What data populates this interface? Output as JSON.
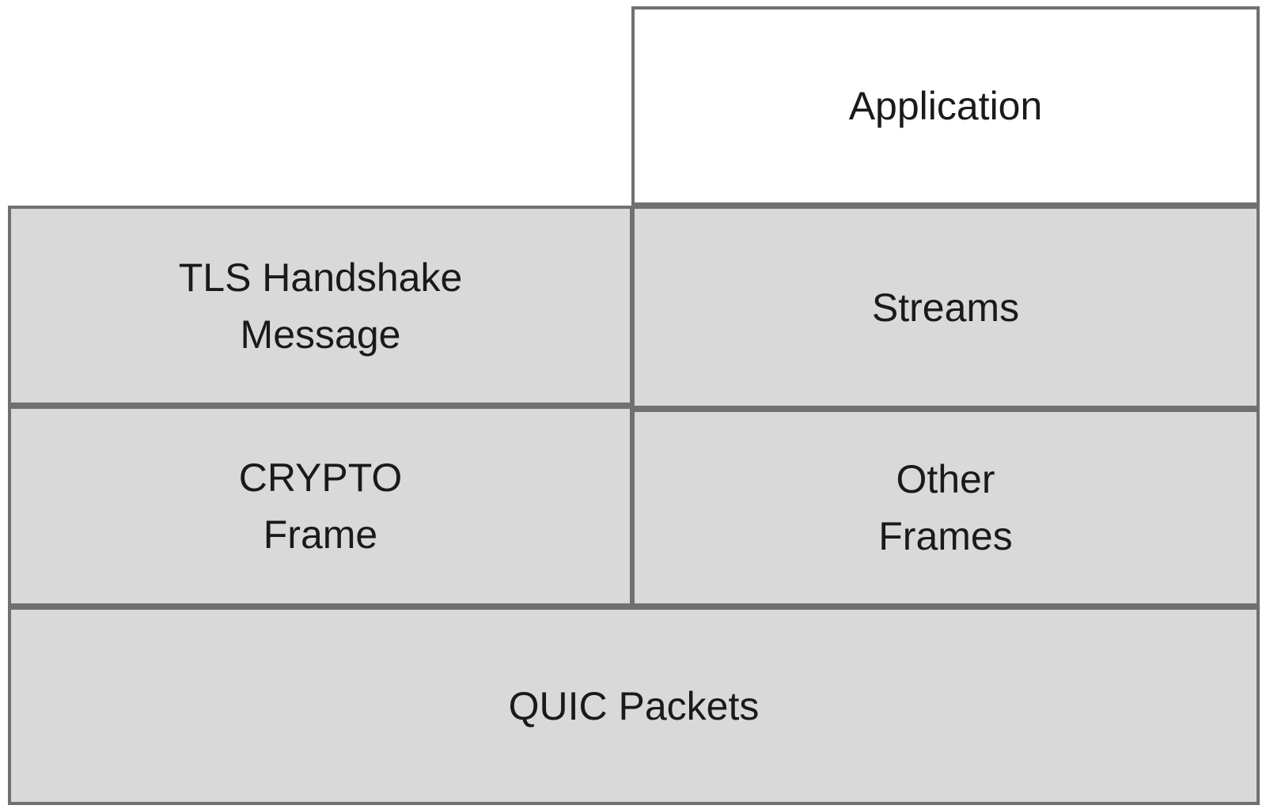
{
  "diagram": {
    "description": "QUIC and TLS layering diagram",
    "colors": {
      "box_fill": "#d9d9d9",
      "box_border": "#707070",
      "app_fill": "#ffffff",
      "text": "#1a1a1a",
      "background": "#ffffff"
    },
    "boxes": [
      {
        "id": "application",
        "lines": [
          "Application"
        ]
      },
      {
        "id": "tls-handshake",
        "lines": [
          "TLS Handshake",
          "Message"
        ]
      },
      {
        "id": "streams",
        "lines": [
          "Streams"
        ]
      },
      {
        "id": "crypto-frame",
        "lines": [
          "CRYPTO",
          "Frame"
        ]
      },
      {
        "id": "other-frames",
        "lines": [
          "Other",
          "Frames"
        ]
      },
      {
        "id": "quic-packets",
        "lines": [
          "QUIC Packets"
        ]
      }
    ]
  }
}
